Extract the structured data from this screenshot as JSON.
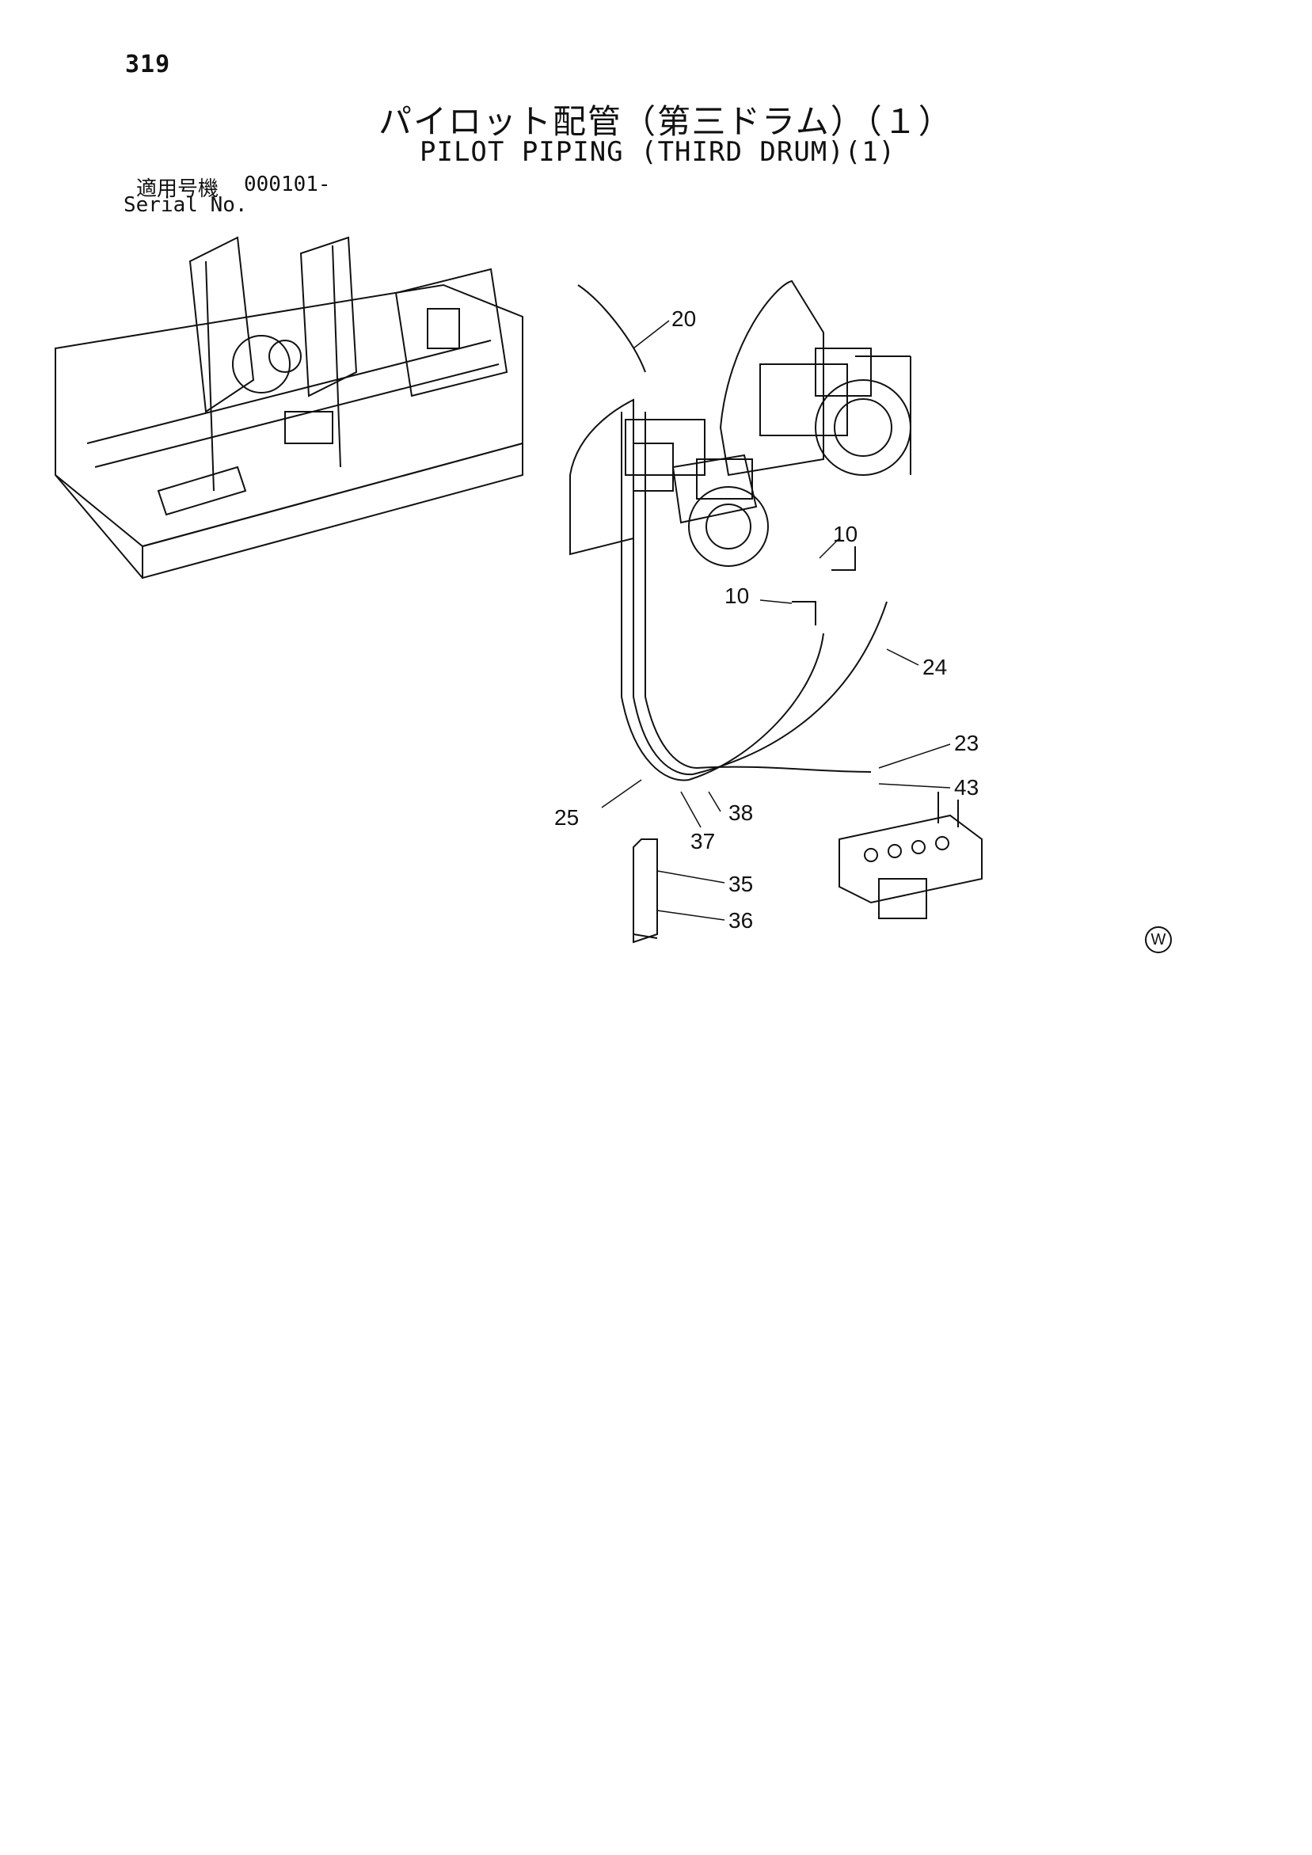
{
  "page_number": "319",
  "title_ja": "パイロット配管（第三ドラム）（１）",
  "title_en": "PILOT PIPING (THIRD DRUM)(1)",
  "serial": {
    "label_ja": "適用号機",
    "value": "000101-",
    "label_en": "Serial No."
  },
  "callouts": {
    "c20": "20",
    "c10a": "10",
    "c10b": "10",
    "c24": "24",
    "c23": "23",
    "c43": "43",
    "c25": "25",
    "c38": "38",
    "c37": "37",
    "c35": "35",
    "c36": "36"
  },
  "mark": "W"
}
